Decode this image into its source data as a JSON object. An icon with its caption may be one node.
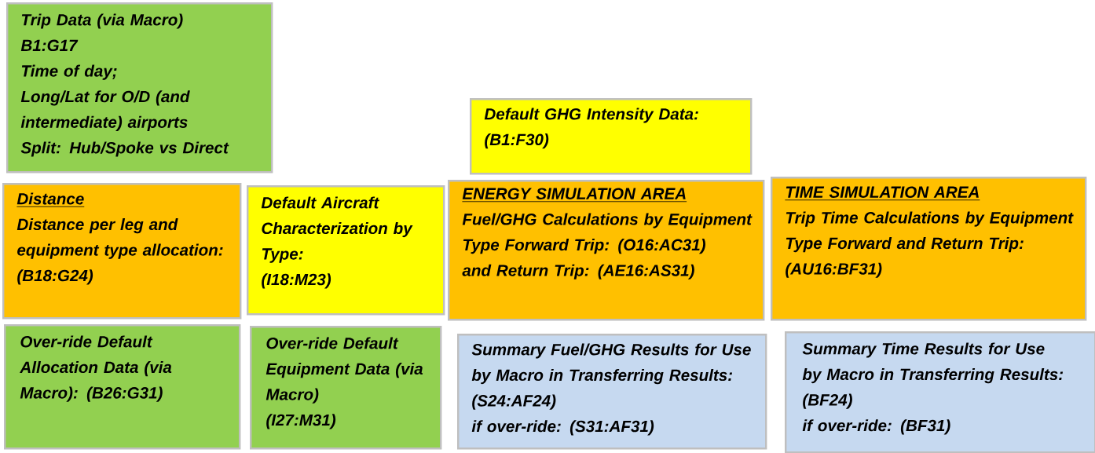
{
  "diagram": {
    "nodes": [
      {
        "text": [
          "Trip Data (via Macro)",
          "B1:G17",
          "Time of day;",
          "Long/Lat for O/D (and intermediate) airports",
          "Split: Hub/Spoke vs Direct"
        ]
      },
      {
        "text": [
          "Default GHG Intensity Data:",
          "(B1:F30)"
        ]
      },
      {
        "text": [
          "Distance",
          "Distance per leg and equipment type allocation:  (B18:G24)"
        ]
      },
      {
        "text": [
          "Default Aircraft Characterization by Type:",
          "(I18:M23)"
        ]
      },
      {
        "text": [
          "ENERGY SIMULATION AREA",
          "Fuel/GHG Calculations by Equipment Type Forward Trip: (O16:AC31)",
          "and Return Trip:  (AE16:AS31)"
        ]
      },
      {
        "text": [
          "TIME SIMULATION AREA",
          "Trip Time Calculations by Equipment Type Forward and Return Trip:   (AU16:BF31)"
        ]
      },
      {
        "text": [
          "Over-ride Default Allocation Data (via Macro): (B26:G31)"
        ]
      },
      {
        "text": [
          "Over-ride Default Equipment Data (via Macro)",
          "(I27:M31)"
        ]
      },
      {
        "text": [
          "Summary Fuel/GHG Results for Use by Macro in Transferring Results: (S24:AF24)",
          "if over-ride: (S31:AF31)"
        ]
      },
      {
        "text": [
          "Summary Time Results for Use by Macro in Transferring Results: (BF24)",
          "if over-ride: (BF31)"
        ]
      }
    ]
  }
}
